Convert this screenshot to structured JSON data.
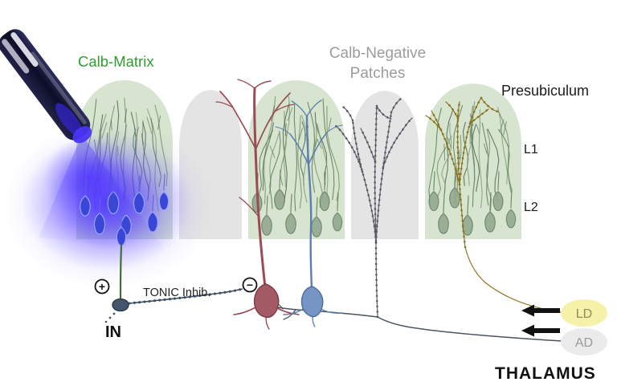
{
  "title_labels": {
    "calb_matrix": "Calb-Matrix",
    "calb_negative_line1": "Calb-Negative",
    "calb_negative_line2": "Patches",
    "presubiculum": "Presubiculum",
    "layer1": "L1",
    "layer2": "L2"
  },
  "circuit": {
    "interneuron": "IN",
    "tonic_inhibition": "TONIC Inhib.",
    "plus_sign": "+",
    "minus_sign": "−",
    "thalamus": "THALAMUS",
    "nuclei": [
      {
        "label": "LD",
        "color": "#f6f1a8",
        "text_color": "#8d8d5a"
      },
      {
        "label": "AD",
        "color": "#ebebeb",
        "text_color": "#9b9b9b"
      }
    ]
  },
  "colors": {
    "label_green": "#2f9e2f",
    "label_gray": "#9c9c9c",
    "text_dark": "#1a1a1a",
    "matrix_fill": "#d7e4cf",
    "patch_fill": "#e4e4e4",
    "dendrite_greens": [
      "#55744f",
      "#6f8f66",
      "#47624a",
      "#7d9b72"
    ],
    "soma_green_fill": "#93a98e",
    "soma_green_stroke": "#69816a",
    "soma_blue_fill": "#3a47d6",
    "soma_blue_stroke": "#97a2ff",
    "light_blue": "#4a32f0",
    "fiber_dark": "#12122e",
    "red_neuron": "#9c4a55",
    "red_neuron_fill": "#a35a64",
    "blue_neuron": "#5b7fae",
    "blue_neuron_fill": "#7694c4",
    "gray_axon": "#5a5a66",
    "olive_axon": "#8a7420",
    "circuit_dark": "#3c4e60",
    "in_green": "#3f6f35"
  }
}
